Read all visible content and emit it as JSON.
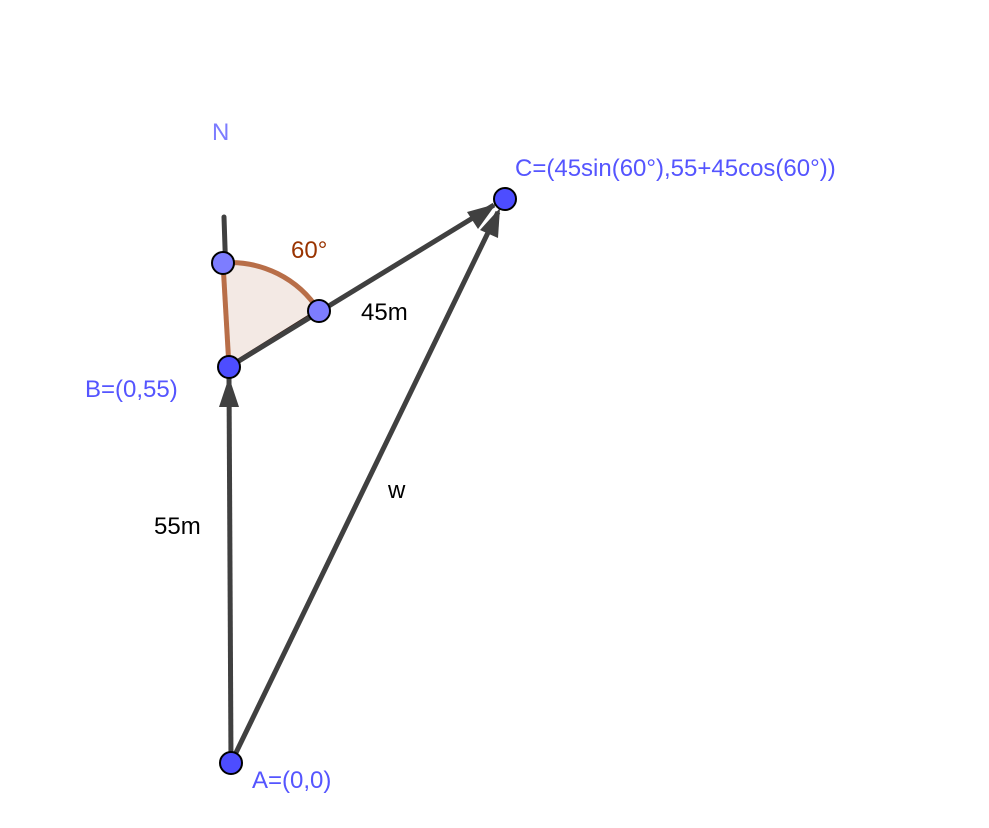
{
  "labels": {
    "north": "N",
    "point_a": "A=(0,0)",
    "point_b": "B=(0,55)",
    "point_c": "C=(45sin(60°),55+45cos(60°))",
    "angle": "60°",
    "segment_bc": "45m",
    "segment_ab": "55m",
    "vector_w": "w"
  },
  "colors": {
    "point": "#4d4dff",
    "helper_point": "#7d7dff",
    "vector": "#404040",
    "angle_fill": "#f3e9e4",
    "angle_stroke": "#b86e48",
    "angle_label": "#993300"
  }
}
